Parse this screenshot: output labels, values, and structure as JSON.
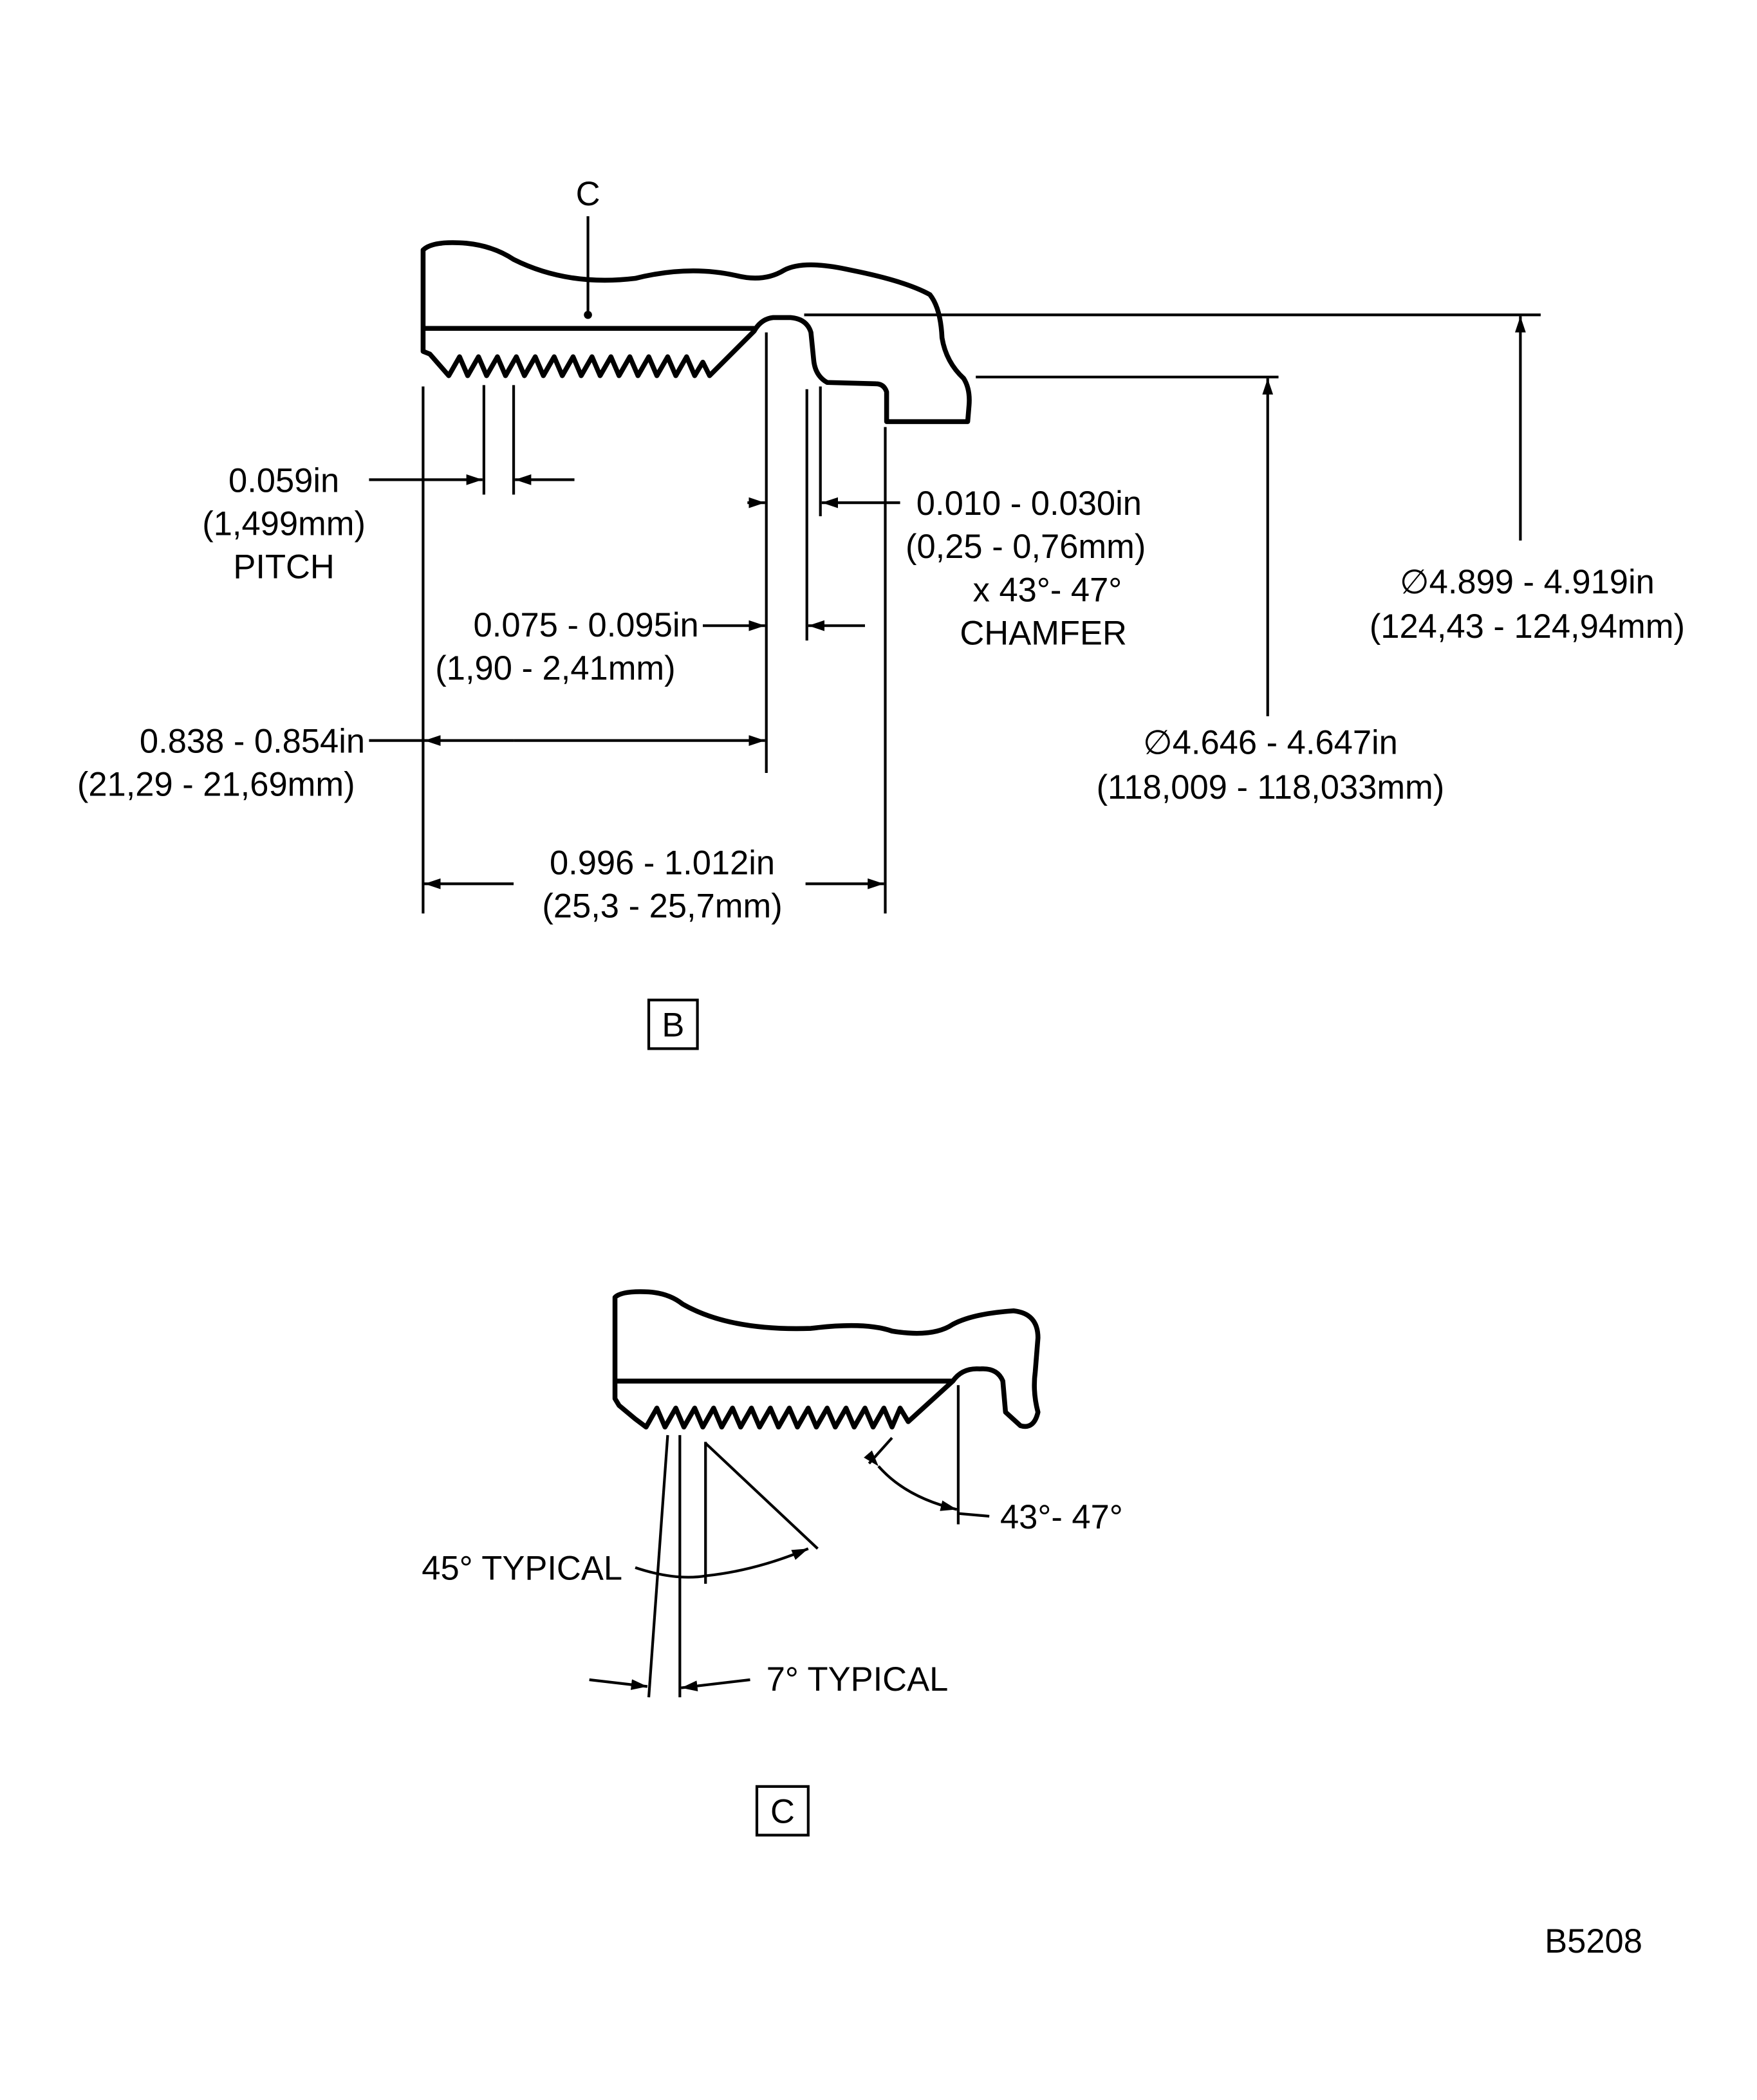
{
  "figure_b": {
    "callout": "C",
    "pitch": {
      "in": "0.059in",
      "mm": "(1,499mm)",
      "label": "PITCH"
    },
    "chamfer": {
      "in": "0.010 - 0.030in",
      "mm": "(0,25 - 0,76mm)",
      "angle": "x 43°-  47°",
      "label": "CHAMFER"
    },
    "land": {
      "in": "0.075 - 0.095in",
      "mm": "(1,90 - 2,41mm)"
    },
    "thread_length": {
      "in": "0.838 - 0.854in",
      "mm": "(21,29 - 21,69mm)"
    },
    "overall_length": {
      "in": "0.996 - 1.012in",
      "mm": "(25,3 - 25,7mm)"
    },
    "outer_diameter": {
      "in": "∅4.899 - 4.919in",
      "mm": "(124,43 - 124,94mm)"
    },
    "bore_diameter": {
      "in": "∅4.646 - 4.647in",
      "mm": "(118,009 - 118,033mm)"
    },
    "label": "B"
  },
  "figure_c": {
    "chamfer_angle": "43°-  47°",
    "thread_angle": "45° TYPICAL",
    "flank_angle": "7° TYPICAL",
    "label": "C"
  },
  "drawing_number": "B5208"
}
